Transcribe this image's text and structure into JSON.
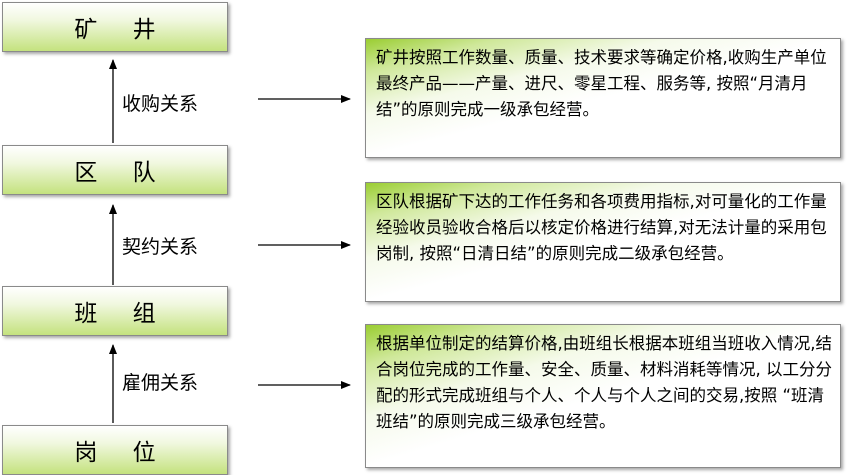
{
  "levels": [
    {
      "label": "矿 井"
    },
    {
      "label": "区 队"
    },
    {
      "label": "班 组"
    },
    {
      "label": "岗 位"
    }
  ],
  "relations": [
    {
      "label": "收购关系"
    },
    {
      "label": "契约关系"
    },
    {
      "label": "雇佣关系"
    }
  ],
  "descriptions": [
    {
      "text": "矿井按照工作数量、质量、技术要求等确定价格,收购生产单位最终产品——产量、进尺、零星工程、服务等, 按照“月清月结”的原则完成一级承包经营。"
    },
    {
      "text": "区队根据矿下达的工作任务和各项费用指标,对可量化的工作量经验收员验收合格后以核定价格进行结算,对无法计量的采用包岗制, 按照“日清日结”的原则完成二级承包经营。"
    },
    {
      "text": "根据单位制定的结算价格,由班组长根据本班组当班收入情况,结合岗位完成的工作量、安全、质量、材料消耗等情况, 以工分分配的形式完成班组与个人、个人与个人之间的交易,按照 “班清班结”的原则完成三级承包经营。"
    }
  ]
}
